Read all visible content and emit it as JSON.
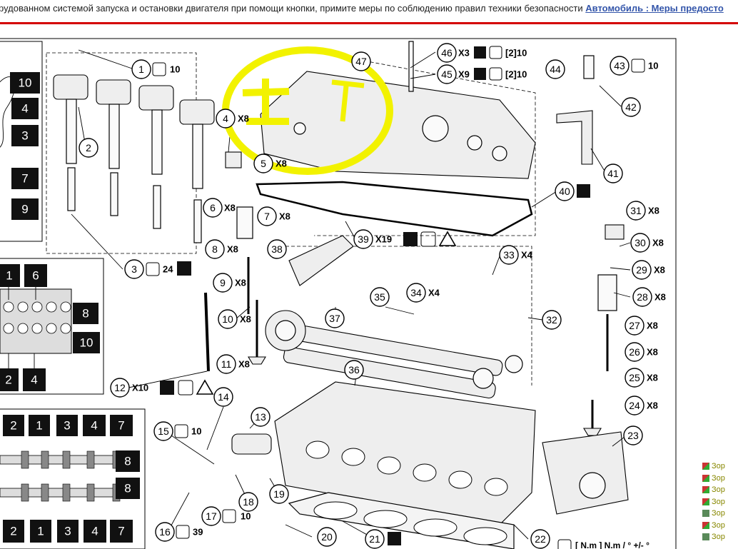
{
  "page": {
    "header_text": "рудованном системой запуска и остановки двигателя при помощи кнопки, примите меры по соблюдению правил техники безопасности",
    "header_link": "Автомобиль : Меры предосто"
  },
  "diagram": {
    "callouts": [
      {
        "num": "1",
        "qty": "",
        "torque": "10"
      },
      {
        "num": "2",
        "qty": "",
        "torque": ""
      },
      {
        "num": "3",
        "qty": "",
        "torque": "24"
      },
      {
        "num": "4",
        "qty": "X8",
        "torque": ""
      },
      {
        "num": "5",
        "qty": "X8",
        "torque": ""
      },
      {
        "num": "6",
        "qty": "X8",
        "torque": ""
      },
      {
        "num": "7",
        "qty": "X8",
        "torque": ""
      },
      {
        "num": "8",
        "qty": "X8",
        "torque": ""
      },
      {
        "num": "9",
        "qty": "X8",
        "torque": ""
      },
      {
        "num": "10",
        "qty": "X8",
        "torque": ""
      },
      {
        "num": "11",
        "qty": "X8",
        "torque": ""
      },
      {
        "num": "12",
        "qty": "X10",
        "torque": ""
      },
      {
        "num": "13",
        "qty": "",
        "torque": ""
      },
      {
        "num": "14",
        "qty": "",
        "torque": ""
      },
      {
        "num": "15",
        "qty": "",
        "torque": "10"
      },
      {
        "num": "16",
        "qty": "",
        "torque": "39"
      },
      {
        "num": "17",
        "qty": "",
        "torque": "10"
      },
      {
        "num": "18",
        "qty": "",
        "torque": ""
      },
      {
        "num": "19",
        "qty": "",
        "torque": ""
      },
      {
        "num": "20",
        "qty": "",
        "torque": ""
      },
      {
        "num": "21",
        "qty": "",
        "torque": ""
      },
      {
        "num": "22",
        "qty": "",
        "torque": ""
      },
      {
        "num": "23",
        "qty": "",
        "torque": ""
      },
      {
        "num": "24",
        "qty": "X8",
        "torque": ""
      },
      {
        "num": "25",
        "qty": "X8",
        "torque": ""
      },
      {
        "num": "26",
        "qty": "X8",
        "torque": ""
      },
      {
        "num": "27",
        "qty": "X8",
        "torque": ""
      },
      {
        "num": "28",
        "qty": "X8",
        "torque": ""
      },
      {
        "num": "29",
        "qty": "X8",
        "torque": ""
      },
      {
        "num": "30",
        "qty": "X8",
        "torque": ""
      },
      {
        "num": "31",
        "qty": "X8",
        "torque": ""
      },
      {
        "num": "32",
        "qty": "",
        "torque": ""
      },
      {
        "num": "33",
        "qty": "X4",
        "torque": ""
      },
      {
        "num": "34",
        "qty": "X4",
        "torque": ""
      },
      {
        "num": "35",
        "qty": "",
        "torque": ""
      },
      {
        "num": "36",
        "qty": "",
        "torque": ""
      },
      {
        "num": "37",
        "qty": "",
        "torque": ""
      },
      {
        "num": "38",
        "qty": "",
        "torque": ""
      },
      {
        "num": "39",
        "qty": "X19",
        "torque": ""
      },
      {
        "num": "40",
        "qty": "",
        "torque": ""
      },
      {
        "num": "41",
        "qty": "",
        "torque": ""
      },
      {
        "num": "42",
        "qty": "",
        "torque": ""
      },
      {
        "num": "43",
        "qty": "",
        "torque": "10"
      },
      {
        "num": "44",
        "qty": "",
        "torque": ""
      },
      {
        "num": "45",
        "qty": "X9",
        "torque": "[2]10"
      },
      {
        "num": "46",
        "qty": "X3",
        "torque": "[2]10"
      },
      {
        "num": "47",
        "qty": "",
        "torque": ""
      }
    ],
    "sequence_top": [
      "10",
      "4",
      "3",
      "7",
      "9"
    ],
    "sequence_mid": [
      "1",
      "6",
      "8",
      "10",
      "2",
      "4"
    ],
    "sequence_bottom_row1": [
      "2",
      "1",
      "3",
      "4",
      "7",
      "8"
    ],
    "sequence_bottom_row2": [
      "8",
      "2",
      "1",
      "3",
      "4",
      "7"
    ],
    "units_label": "[ N.m ] N.m / ° +/- °"
  },
  "legend": {
    "items": [
      {
        "text": "Зор"
      },
      {
        "text": "Зор"
      },
      {
        "text": "Зор"
      },
      {
        "text": "Зор"
      },
      {
        "text": "Зор"
      },
      {
        "text": "Зор"
      },
      {
        "text": "Зор"
      }
    ]
  },
  "colors": {
    "highlight": "#f2f200",
    "header_rule": "#d40000",
    "link": "#3355aa"
  }
}
